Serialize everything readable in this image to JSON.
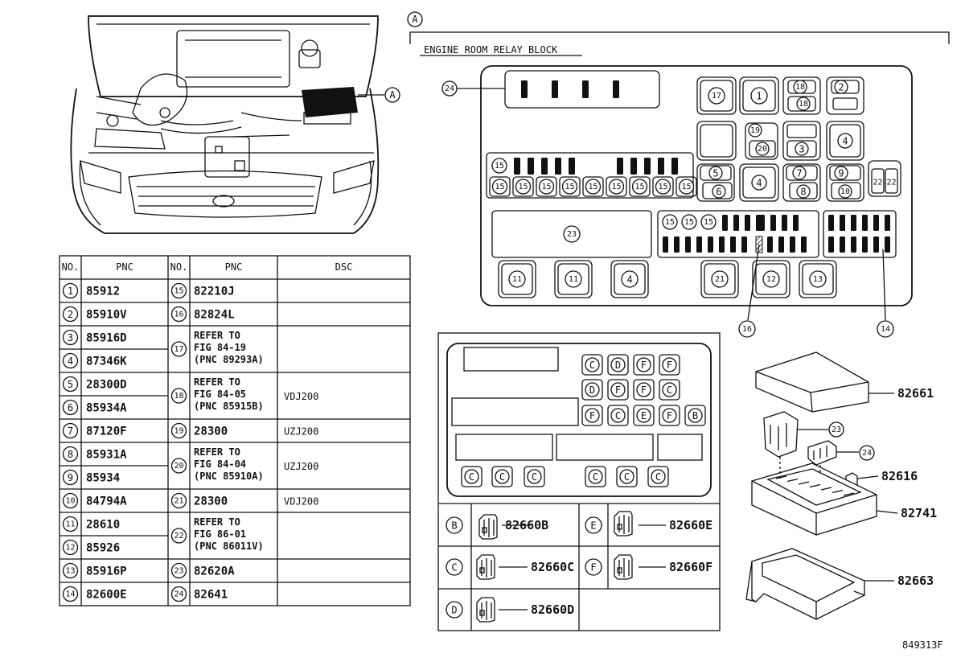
{
  "section_marker": "A",
  "relay_block_title": "ENGINE ROOM RELAY BLOCK",
  "figure_code": "849313F",
  "table": {
    "headers": {
      "no": "NO.",
      "pnc": "PNC",
      "dsc": "DSC"
    },
    "left_rows": [
      {
        "no": "1",
        "pnc": "85912"
      },
      {
        "no": "2",
        "pnc": "85910V"
      },
      {
        "no": "3",
        "pnc": "85916D"
      },
      {
        "no": "4",
        "pnc": "87346K"
      },
      {
        "no": "5",
        "pnc": "28300D"
      },
      {
        "no": "6",
        "pnc": "85934A"
      },
      {
        "no": "7",
        "pnc": "87120F"
      },
      {
        "no": "8",
        "pnc": "85931A"
      },
      {
        "no": "9",
        "pnc": "85934"
      },
      {
        "no": "10",
        "pnc": "84794A"
      },
      {
        "no": "11",
        "pnc": "28610"
      },
      {
        "no": "12",
        "pnc": "85926"
      },
      {
        "no": "13",
        "pnc": "85916P"
      },
      {
        "no": "14",
        "pnc": "82600E"
      }
    ],
    "right_rows": [
      {
        "no": "15",
        "lines": [
          "82210J"
        ],
        "dsc": ""
      },
      {
        "no": "16",
        "lines": [
          "82824L"
        ],
        "dsc": ""
      },
      {
        "no": "17",
        "lines": [
          "REFER TO",
          "FIG 84-19",
          "(PNC 89293A)"
        ],
        "dsc": ""
      },
      {
        "no": "18",
        "lines": [
          "REFER TO",
          "FIG 84-05",
          "(PNC 85915B)"
        ],
        "dsc": "VDJ200"
      },
      {
        "no": "19",
        "lines": [
          "28300"
        ],
        "dsc": "UZJ200"
      },
      {
        "no": "20",
        "lines": [
          "REFER TO",
          "FIG 84-04",
          "(PNC 85910A)"
        ],
        "dsc": "UZJ200"
      },
      {
        "no": "21",
        "lines": [
          "28300"
        ],
        "dsc": "VDJ200"
      },
      {
        "no": "22",
        "lines": [
          "REFER TO",
          "FIG 86-01",
          "(PNC 86011V)"
        ],
        "dsc": ""
      },
      {
        "no": "23",
        "lines": [
          "82620A"
        ],
        "dsc": ""
      },
      {
        "no": "24",
        "lines": [
          "82641"
        ],
        "dsc": ""
      }
    ]
  },
  "relay_block_labels": {
    "top_row": [
      "17",
      "1",
      "18",
      "18",
      "2"
    ],
    "mid_row": [
      "19",
      "20",
      "3",
      "4"
    ],
    "lower_row": [
      "5",
      "6",
      "4",
      "7",
      "8",
      "9",
      "10",
      "22",
      "22"
    ],
    "fuse_label": "15",
    "big_relay": "23",
    "bottom_row": [
      "11",
      "11",
      "4",
      "21",
      "12",
      "13"
    ],
    "callouts": [
      "24",
      "16",
      "14"
    ]
  },
  "connector_block": {
    "row1": [
      "C",
      "D",
      "F",
      "F"
    ],
    "row2": [
      "D",
      "F",
      "F",
      "C"
    ],
    "row3": [
      "F",
      "C",
      "E",
      "F",
      "B"
    ],
    "row4": [
      "C",
      "C",
      "C",
      "C",
      "C",
      "C"
    ]
  },
  "connector_parts": [
    {
      "letter": "B",
      "pnc": "82660B"
    },
    {
      "letter": "E",
      "pnc": "82660E"
    },
    {
      "letter": "C",
      "pnc": "82660C"
    },
    {
      "letter": "F",
      "pnc": "82660F"
    },
    {
      "letter": "D",
      "pnc": "82660D"
    }
  ],
  "exploded_parts": [
    {
      "pnc": "82661"
    },
    {
      "no": "23"
    },
    {
      "no": "24"
    },
    {
      "pnc": "82616"
    },
    {
      "pnc": "82741"
    },
    {
      "pnc": "82663"
    }
  ]
}
